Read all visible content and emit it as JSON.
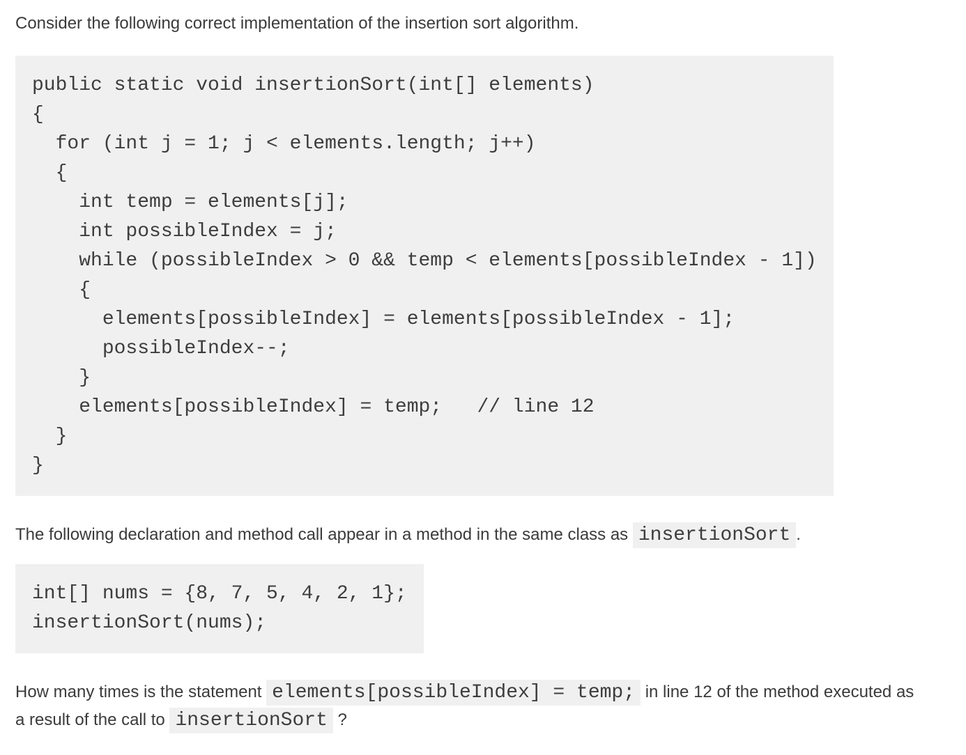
{
  "colors": {
    "page_background": "#ffffff",
    "body_text": "#3b3b3b",
    "code_text": "#3d3d3d",
    "code_background": "#f0f0f0",
    "inline_code_background": "#f0f0f0"
  },
  "intro": {
    "text": "Consider the following correct implementation of the insertion sort algorithm."
  },
  "main_code": {
    "lines": [
      "public static void insertionSort(int[] elements)",
      "{",
      "  for (int j = 1; j < elements.length; j++)",
      "  {",
      "    int temp = elements[j];",
      "    int possibleIndex = j;",
      "    while (possibleIndex > 0 && temp < elements[possibleIndex - 1])",
      "    {",
      "      elements[possibleIndex] = elements[possibleIndex - 1];",
      "      possibleIndex--;",
      "    }",
      "    elements[possibleIndex] = temp;   // line 12",
      "  }",
      "}"
    ]
  },
  "declaration_para": {
    "before": "The following declaration and method call appear in a method in the same class as ",
    "code": "insertionSort",
    "after": "."
  },
  "call_code": {
    "lines": [
      "int[] nums = {8, 7, 5, 4, 2, 1};",
      "insertionSort(nums);"
    ]
  },
  "question": {
    "part1": "How many times is the statement ",
    "code1": "elements[possibleIndex] = temp;",
    "part2": " in line 12 of the method executed as a result of the call to ",
    "code2": "insertionSort",
    "part3": " ?"
  }
}
